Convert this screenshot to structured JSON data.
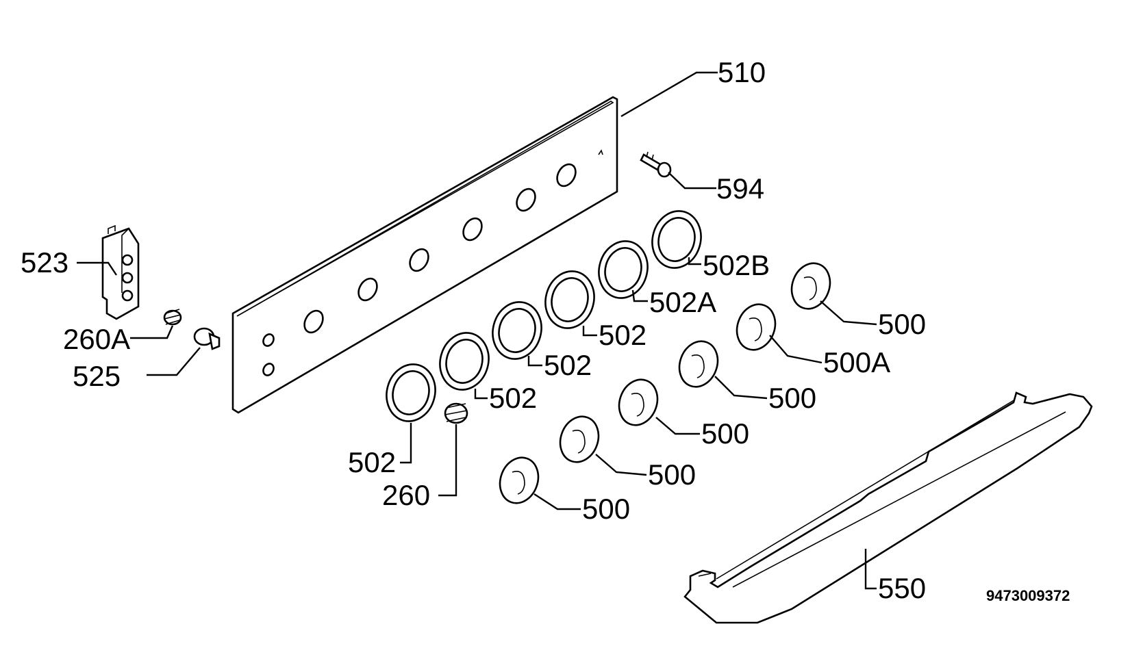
{
  "diagram": {
    "drawing_number": "9473009372",
    "labels": {
      "p510": "510",
      "p594": "594",
      "p523": "523",
      "p502b": "502B",
      "p502a": "502A",
      "p260a": "260A",
      "p525": "525",
      "p500_1": "500",
      "p502_1": "502",
      "p500a": "500A",
      "p502_2": "502",
      "p500_2": "500",
      "p502_3": "502",
      "p500_3": "500",
      "p502_4": "502",
      "p500_4": "500",
      "p260": "260",
      "p500_5": "500",
      "p550": "550"
    }
  }
}
